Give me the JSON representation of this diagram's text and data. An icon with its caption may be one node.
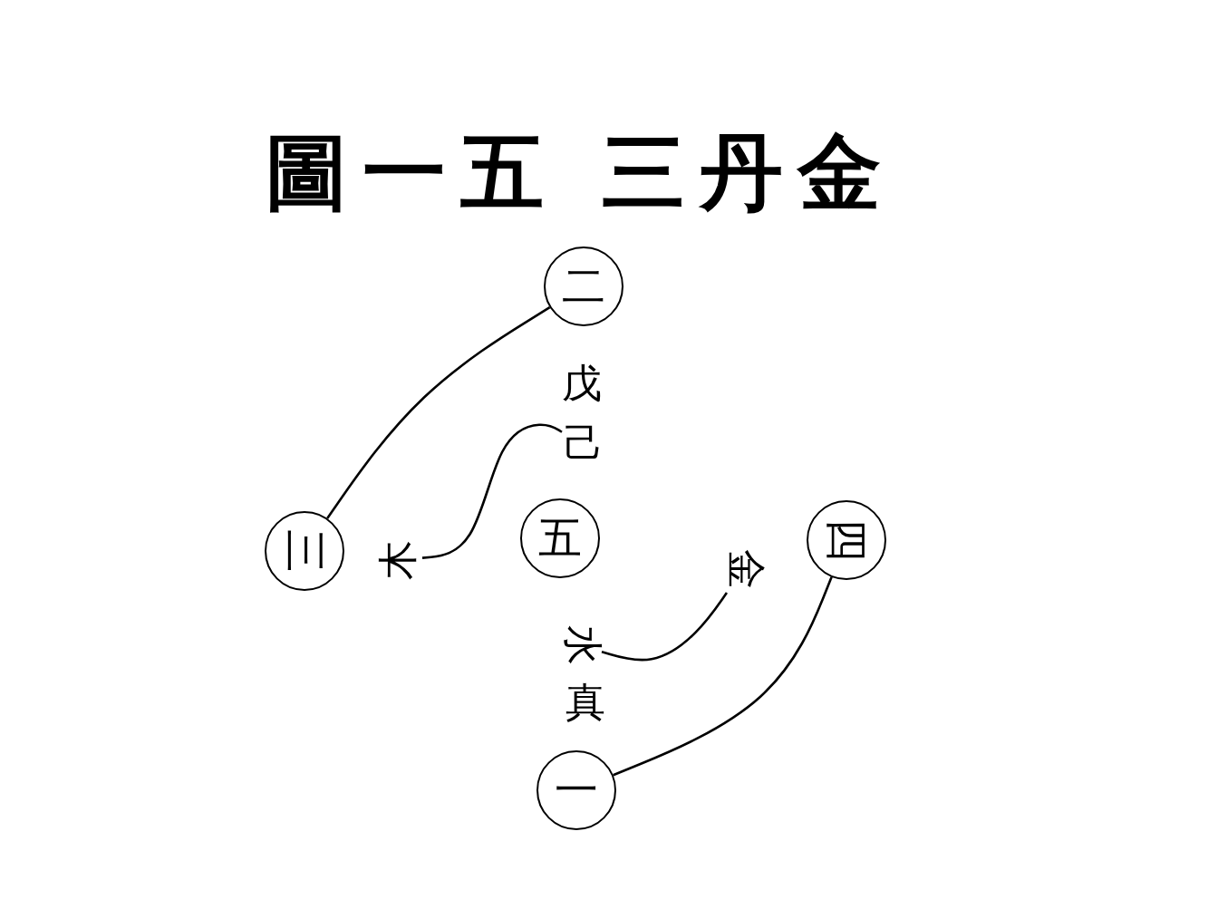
{
  "diagram": {
    "title": "圖一五 三丹金",
    "nodes": [
      {
        "text": [
          "二"
        ]
      },
      {
        "text": [
          "三"
        ]
      },
      {
        "text": [
          "五"
        ]
      },
      {
        "text": [
          "四"
        ]
      },
      {
        "text": [
          "一"
        ]
      },
      {
        "text": [
          "戊"
        ]
      },
      {
        "text": [
          "己"
        ]
      },
      {
        "text": [
          "木"
        ]
      },
      {
        "text": [
          "金"
        ]
      },
      {
        "text": [
          "水"
        ]
      },
      {
        "text": [
          "真"
        ]
      }
    ],
    "edges": [
      {
        "from": 0,
        "to": 1,
        "arrow": "none"
      },
      {
        "from": 3,
        "to": 4,
        "arrow": "none"
      },
      {
        "from": 7,
        "to": 6,
        "arrow": "none"
      },
      {
        "from": 8,
        "to": 9,
        "arrow": "none"
      }
    ]
  }
}
